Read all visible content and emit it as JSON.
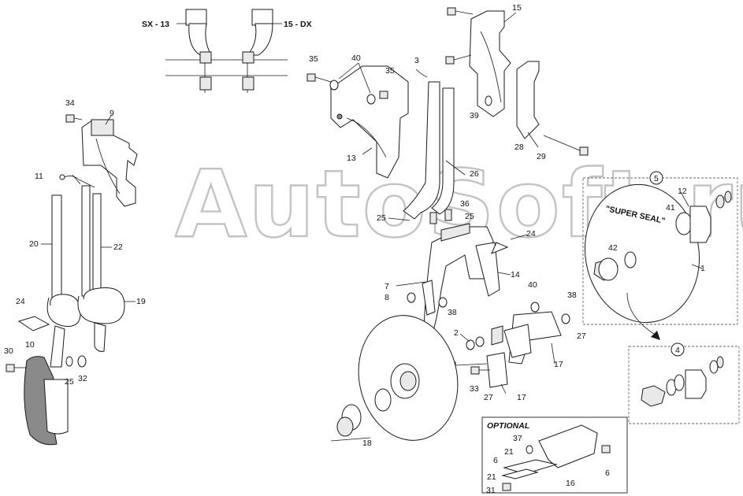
{
  "labels": {
    "sx13": "SX - 13",
    "dx15": "15 - DX",
    "c1": "1",
    "c2": "2",
    "c3": "3",
    "c4": "4",
    "c5": "5",
    "c6a": "6",
    "c6b": "6",
    "c7": "7",
    "c8": "8",
    "c9": "9",
    "c10": "10",
    "c11": "11",
    "c12": "12",
    "c13": "13",
    "c14": "14",
    "c15": "15",
    "c16": "16",
    "c17a": "17",
    "c17b": "17",
    "c18": "18",
    "c19": "19",
    "c20": "20",
    "c21a": "21",
    "c21b": "21",
    "c22": "22",
    "c24a": "24",
    "c24b": "24",
    "c25a": "25",
    "c25b": "25",
    "c25c": "25",
    "c26": "26",
    "c27a": "27",
    "c27b": "27",
    "c28": "28",
    "c29": "29",
    "c30": "30",
    "c31": "31",
    "c32": "32",
    "c33": "33",
    "c34": "34",
    "c35a": "35",
    "c35b": "35",
    "c36": "36",
    "c37": "37",
    "c38a": "38",
    "c38b": "38",
    "c39": "39",
    "c40a": "40",
    "c40b": "40",
    "c41": "41",
    "c42": "42"
  },
  "super_seal": "\"SUPER SEAL\"",
  "optional_title": "OPTIONAL",
  "watermark": "AutoSoft.ru"
}
